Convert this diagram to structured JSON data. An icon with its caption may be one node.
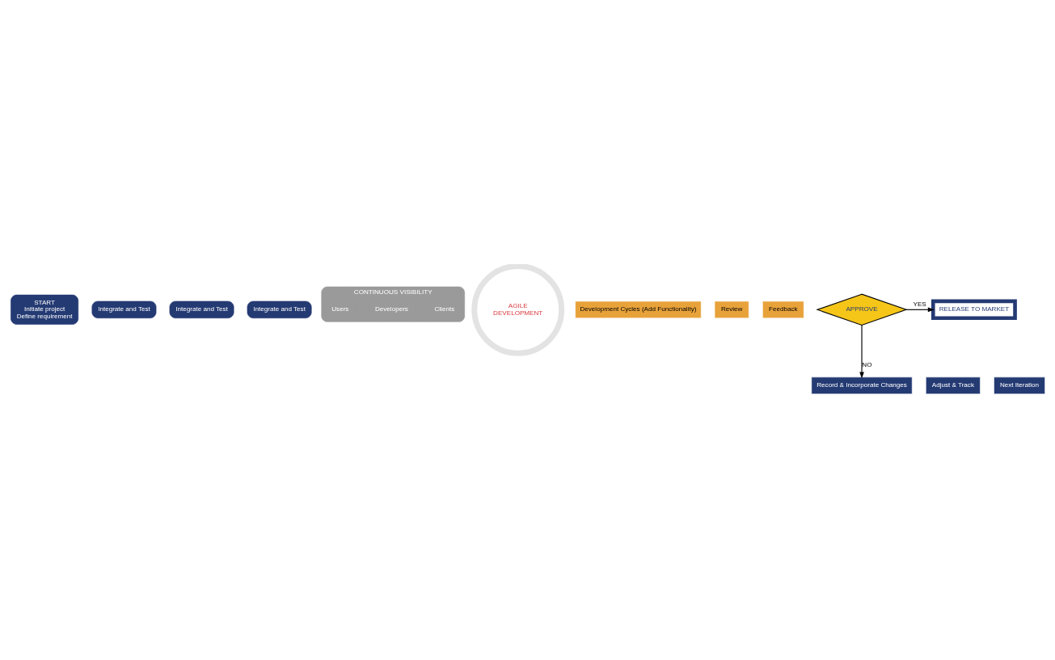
{
  "diagram": {
    "nodes": [
      {
        "text": [
          "START",
          "Initiate project",
          "Define requirement"
        ]
      },
      {
        "text": [
          "Integrate and Test"
        ]
      },
      {
        "text": [
          "Integrate and Test"
        ]
      },
      {
        "text": [
          "Integrate and Test"
        ]
      },
      {
        "text": [
          "CONTINUOUS VISIBILITY"
        ]
      },
      {
        "text": [
          "Clients"
        ],
        "in": 4
      },
      {
        "text": [
          "Developers"
        ],
        "in": 4
      },
      {
        "text": [
          "Users"
        ],
        "in": 4
      },
      {
        "text": [
          "AGILE",
          "DEVELOPMENT"
        ]
      },
      {
        "text": [
          "Development Cycles (Add Functionality)"
        ]
      },
      {
        "text": [
          "Review"
        ]
      },
      {
        "text": [
          "Feedback"
        ]
      },
      {
        "text": [
          "APPROVE"
        ]
      },
      {
        "text": [
          "Record & Incorporate Changes"
        ]
      },
      {
        "text": [
          "Adjust & Track"
        ]
      },
      {
        "text": [
          "Next Iteration"
        ]
      },
      {
        "text": [
          "RELEASE TO MARKET"
        ]
      }
    ],
    "edges": [
      {
        "from": 12,
        "to": 16,
        "arrow": "to",
        "label": "YES"
      },
      {
        "from": 12,
        "to": 13,
        "arrow": "to",
        "label": "NO"
      }
    ]
  }
}
